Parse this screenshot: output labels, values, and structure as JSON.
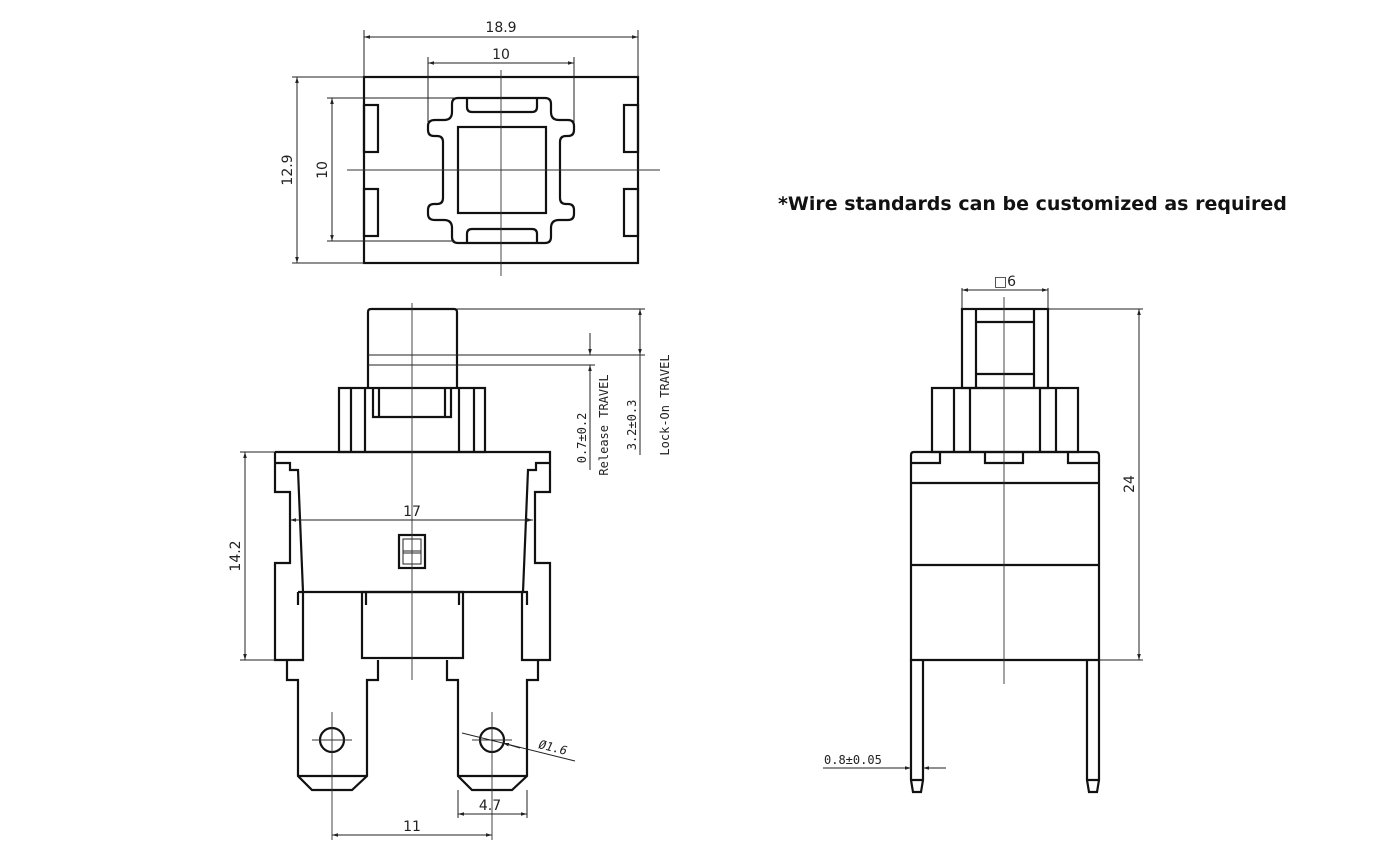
{
  "note": "*Wire standards can be customized as required",
  "top_view": {
    "width_overall": "18.9",
    "width_inner": "10",
    "height_overall": "12.9",
    "height_inner": "10"
  },
  "front_view": {
    "body_width": "17",
    "body_height": "14.2",
    "release_travel_value": "0.7±0.2",
    "release_travel_label": "Release TRAVEL",
    "lockon_travel_value": "3.2±0.3",
    "lockon_travel_label": "Lock-On TRAVEL",
    "terminal_pitch": "11",
    "terminal_width": "4.7",
    "hole_diameter": "Ø1.6"
  },
  "side_view": {
    "plunger_square": "□6",
    "total_height": "24",
    "pin_thickness": "0.8±0.05"
  },
  "colors": {
    "line": "#111111",
    "background": "#ffffff"
  }
}
